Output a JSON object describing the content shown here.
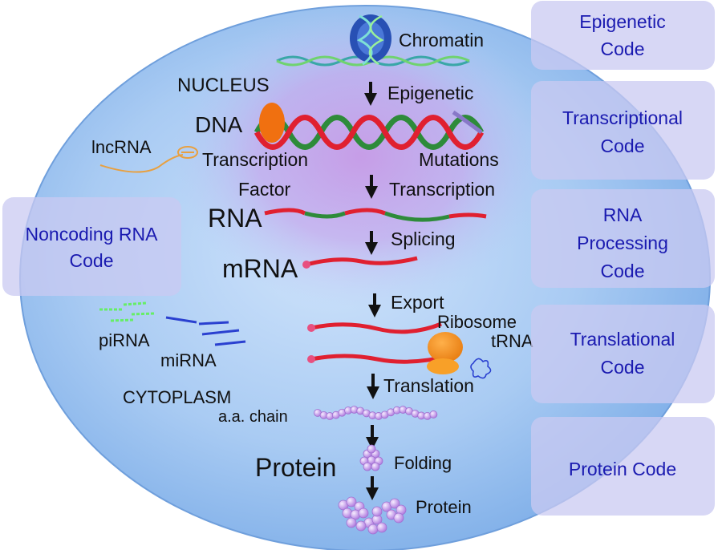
{
  "cell": {
    "nucleus_label": "NUCLEUS",
    "cytoplasm_label": "CYTOPLASM"
  },
  "pathway": {
    "chromatin": "Chromatin",
    "epigenetic": "Epigenetic",
    "dna": "DNA",
    "mutations": "Mutations",
    "transcription_factor_line1": "Transcription",
    "transcription_factor_line2": "Factor",
    "transcription": "Transcription",
    "rna": "RNA",
    "splicing": "Splicing",
    "mrna": "mRNA",
    "export": "Export",
    "ribosome": "Ribosome",
    "trna": "tRNA",
    "translation": "Translation",
    "aa_chain": "a.a. chain",
    "protein_big": "Protein",
    "folding": "Folding",
    "protein_small": "Protein"
  },
  "noncoding": {
    "lncrna": "lncRNA",
    "pirna": "piRNA",
    "mirna": "miRNA"
  },
  "codes": {
    "noncoding": {
      "line1": "Noncoding RNA",
      "line2": "Code"
    },
    "epigenetic": {
      "line1": "Epigenetic",
      "line2": "Code"
    },
    "transcriptional": {
      "line1": "Transcriptional",
      "line2": "Code"
    },
    "rna_processing": {
      "line1": "RNA",
      "line2": "Processing",
      "line3": "Code"
    },
    "translational": {
      "line1": "Translational",
      "line2": "Code"
    },
    "protein": {
      "line1": "Protein Code"
    }
  },
  "colors": {
    "cell_fill": "#9ec3f0",
    "nucleus_glow": "#b48be0",
    "strand_red": "#e02030",
    "strand_green": "#2e8b3a",
    "ribosome": "#f08c1e",
    "code_box": "#c9c9f2",
    "code_text": "#1a1ab0",
    "pirna": "#66ee66",
    "mirna": "#2a40d0",
    "aa_bead": "#c9a0ea"
  }
}
